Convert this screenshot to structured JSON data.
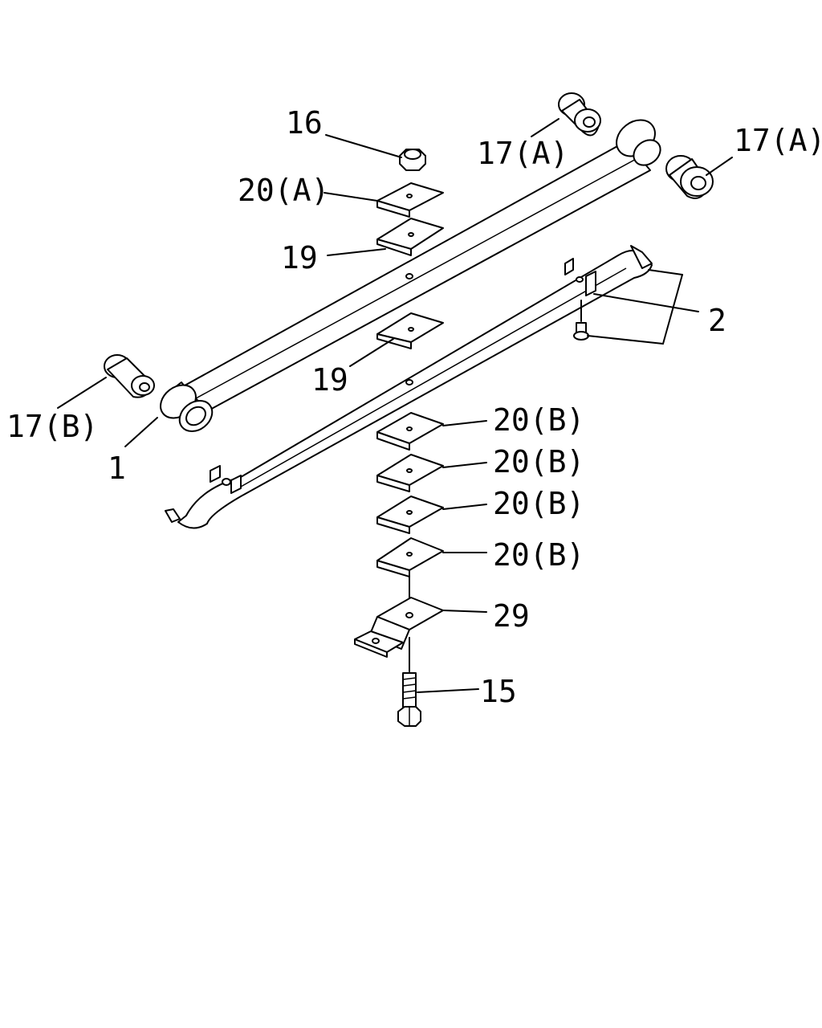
{
  "labels": {
    "p1": "1",
    "p2": "2",
    "p15": "15",
    "p16": "16",
    "p17a_top": "17(A)",
    "p17a_right": "17(A)",
    "p17b": "17(B)",
    "p19_upper": "19",
    "p19_lower": "19",
    "p20a": "20(A)",
    "p20b_1": "20(B)",
    "p20b_2": "20(B)",
    "p20b_3": "20(B)",
    "p20b_4": "20(B)",
    "p29": "29"
  },
  "colors": {
    "line": "#000000",
    "background": "#ffffff"
  }
}
